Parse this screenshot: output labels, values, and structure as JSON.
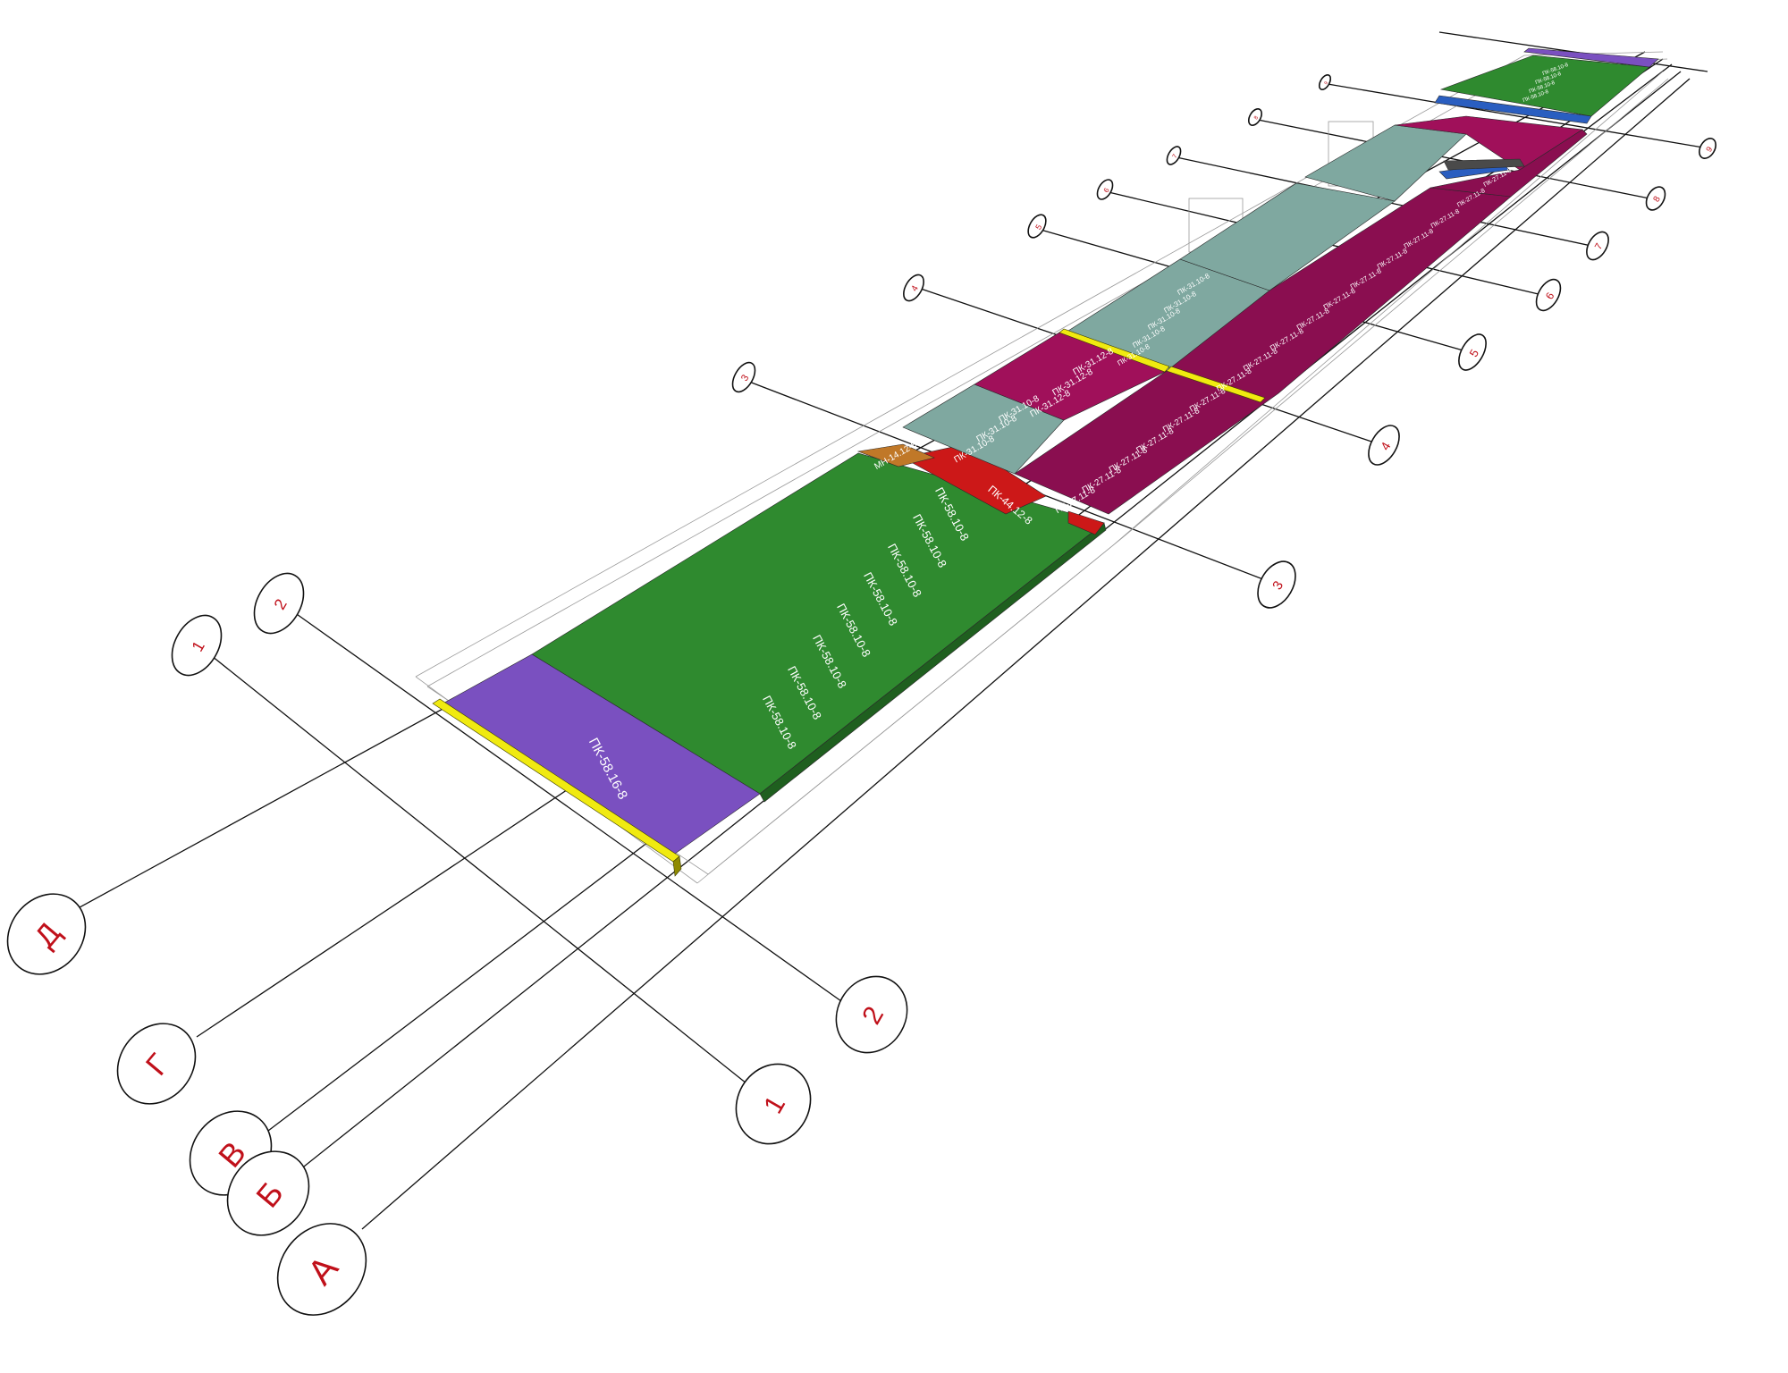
{
  "palette": {
    "green": "#2f8a2f",
    "purple": "#7a50c0",
    "crimson": "#a0105a",
    "grey_teal": "#7fa8a0",
    "red": "#cc1818",
    "orange": "#c07828",
    "yellow": "#f0ea10",
    "blue": "#2a5ec0",
    "dark_grey": "#4a4a4a",
    "bubble_text": "#c0101a"
  },
  "grid_axes": {
    "lettered": [
      "Д",
      "Г",
      "В",
      "Б",
      "А"
    ],
    "numbered_near": [
      "1",
      "2"
    ],
    "numbered_far": [
      "2",
      "1"
    ],
    "left_numbered": [
      "3",
      "4",
      "5",
      "6",
      "7",
      "8",
      "9"
    ],
    "right_numbered": [
      "3",
      "4",
      "5",
      "6",
      "7",
      "8",
      "9"
    ]
  },
  "slab_labels": {
    "purple_front": "ПК-58.16-8",
    "green_main": [
      "ПК-58.10-8",
      "ПК-58.10-8",
      "ПК-58.10-8",
      "ПК-58.10-8",
      "ПК-58.10-8",
      "ПК-58.10-8",
      "ПК-58.10-8",
      "ПК-58.10-8"
    ],
    "red_row": "ПК-44.12-8",
    "orange_small": "МН-14.12-8",
    "teal_low": [
      "ПК-31.10-8",
      "ПК-31.10-8",
      "ПК-31.10-8"
    ],
    "crimson_left": [
      "ПК-31.12-8",
      "ПК-31.12-8",
      "ПК-31.12-8"
    ],
    "teal_mid": [
      "ПК-31.10-8",
      "ПК-31.10-8",
      "ПК-31.10-8",
      "ПК-31.10-8",
      "ПК-31.10-8"
    ],
    "crimson_right": [
      "ПК-27.11-8",
      "ПК-27.11-8",
      "ПК-27.11-8",
      "ПК-27.11-8",
      "ПК-27.11-8",
      "ПК-27.11-8",
      "ПК-27.11-8",
      "ПК-27.11-8",
      "ПК-27.11-8",
      "ПК-27.11-8",
      "ПК-27.11-8",
      "ПК-27.11-8",
      "ПК-27.11-8",
      "ПК-27.11-8",
      "ПК-27.11-8",
      "ПК-27.11-8",
      "ПК-27.11-8"
    ],
    "green_far": [
      "ПК-58.10-8",
      "ПК-58.10-8",
      "ПК-58.10-8",
      "ПК-58.10-8"
    ]
  }
}
